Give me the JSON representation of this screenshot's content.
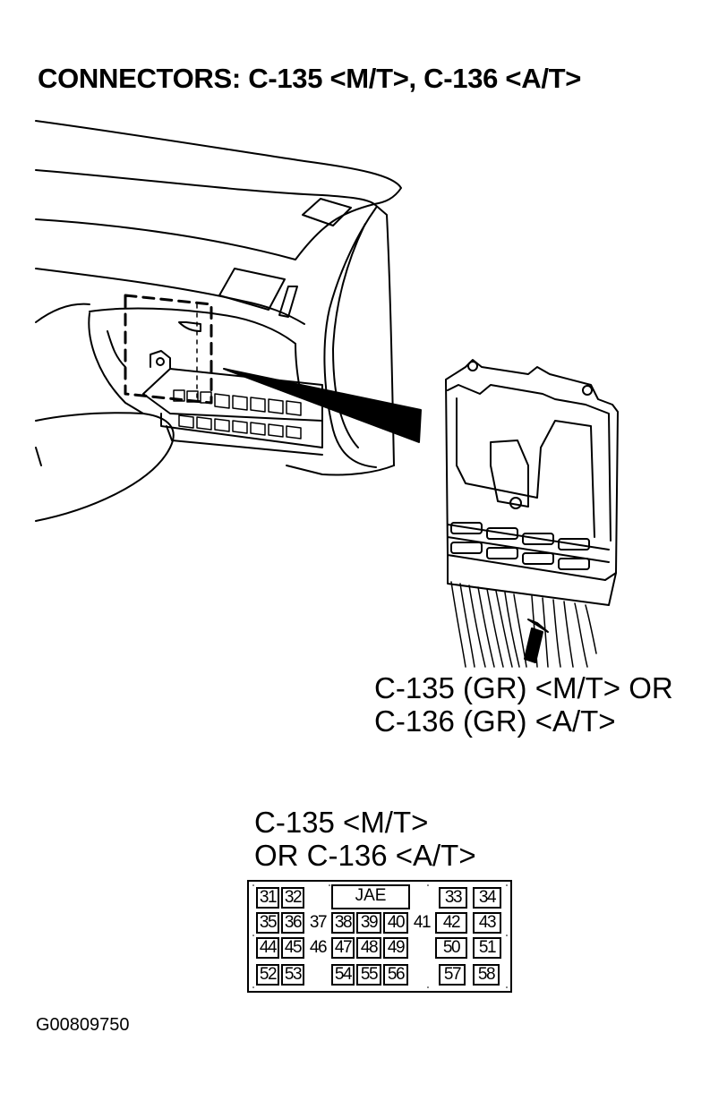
{
  "title": "CONNECTORS: C-135 <M/T>, C-136 <A/T>",
  "callout": {
    "line1": "C-135 (GR) <M/T> OR",
    "line2": "C-136 (GR) <A/T>"
  },
  "connector_face": {
    "title_line1": "C-135 <M/T>",
    "title_line2": "OR C-136 <A/T>",
    "maker_label": "JAE",
    "pins": {
      "row1": [
        "31",
        "32",
        "33",
        "34"
      ],
      "row2": [
        "35",
        "36",
        "37",
        "38",
        "39",
        "40",
        "41",
        "42",
        "43"
      ],
      "row3": [
        "44",
        "45",
        "46",
        "47",
        "48",
        "49",
        "50",
        "51"
      ],
      "row4": [
        "52",
        "53",
        "54",
        "55",
        "56",
        "57",
        "58"
      ]
    }
  },
  "figure_id": "G00809750"
}
